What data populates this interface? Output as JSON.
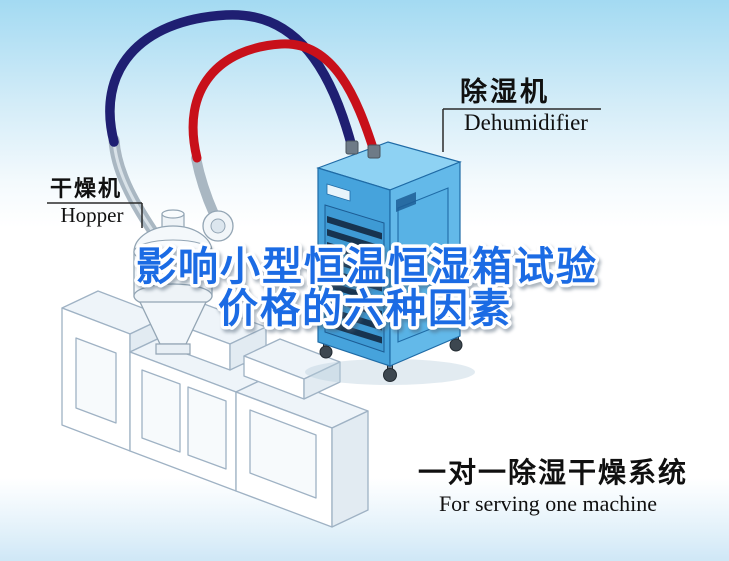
{
  "scene": {
    "kind": "dehumidifying-drying-system-illustration",
    "sky_color_top": "#a3daf2",
    "ground_tint_bottom": "#cfe7f6"
  },
  "labels": {
    "dehumidifier": {
      "zh": "除湿机",
      "en": "Dehumidifier"
    },
    "hopper": {
      "zh": "干燥机",
      "en": "Hopper"
    }
  },
  "title": {
    "line1": "影响小型恒温恒湿箱试验",
    "line2": "价格的六种因素",
    "fill_color": "#1b6be4",
    "outline_color": "#ffffff"
  },
  "caption": {
    "zh": "一对一除湿干燥系统",
    "en": "For serving one machine"
  },
  "illustration": {
    "hose_supply_color": "#1f1f72",
    "hose_return_color": "#c8101a",
    "dehumidifier_body_color": "#63b9e9",
    "machines": [
      "dehumidifier",
      "hopper-dryer",
      "extruder"
    ]
  }
}
